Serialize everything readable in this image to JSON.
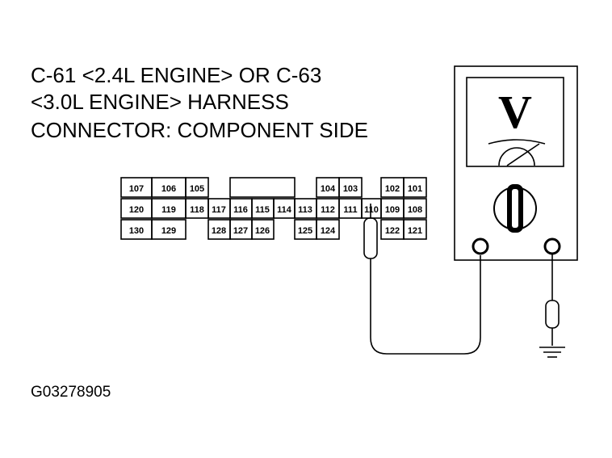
{
  "title": {
    "line1": "C-61 <2.4L ENGINE> OR C-63",
    "line2": "<3.0L ENGINE> HARNESS",
    "line3": "CONNECTOR: COMPONENT SIDE"
  },
  "connector": {
    "rows": [
      [
        "107",
        "106",
        "105",
        "",
        "",
        "",
        "",
        "",
        "",
        "104",
        "103",
        "",
        "102",
        "101"
      ],
      [
        "120",
        "119",
        "118",
        "117",
        "116",
        "115",
        "114",
        "113",
        "112",
        "111",
        "110",
        "109",
        "108",
        ""
      ],
      [
        "130",
        "129",
        "",
        "128",
        "127",
        "126",
        "",
        "125",
        "124",
        "",
        "",
        "122",
        "121",
        ""
      ]
    ],
    "probed_pin": "110"
  },
  "meter": {
    "display_symbol": "V",
    "ground_symbol": "ground-icon"
  },
  "figure_id": "G03278905"
}
